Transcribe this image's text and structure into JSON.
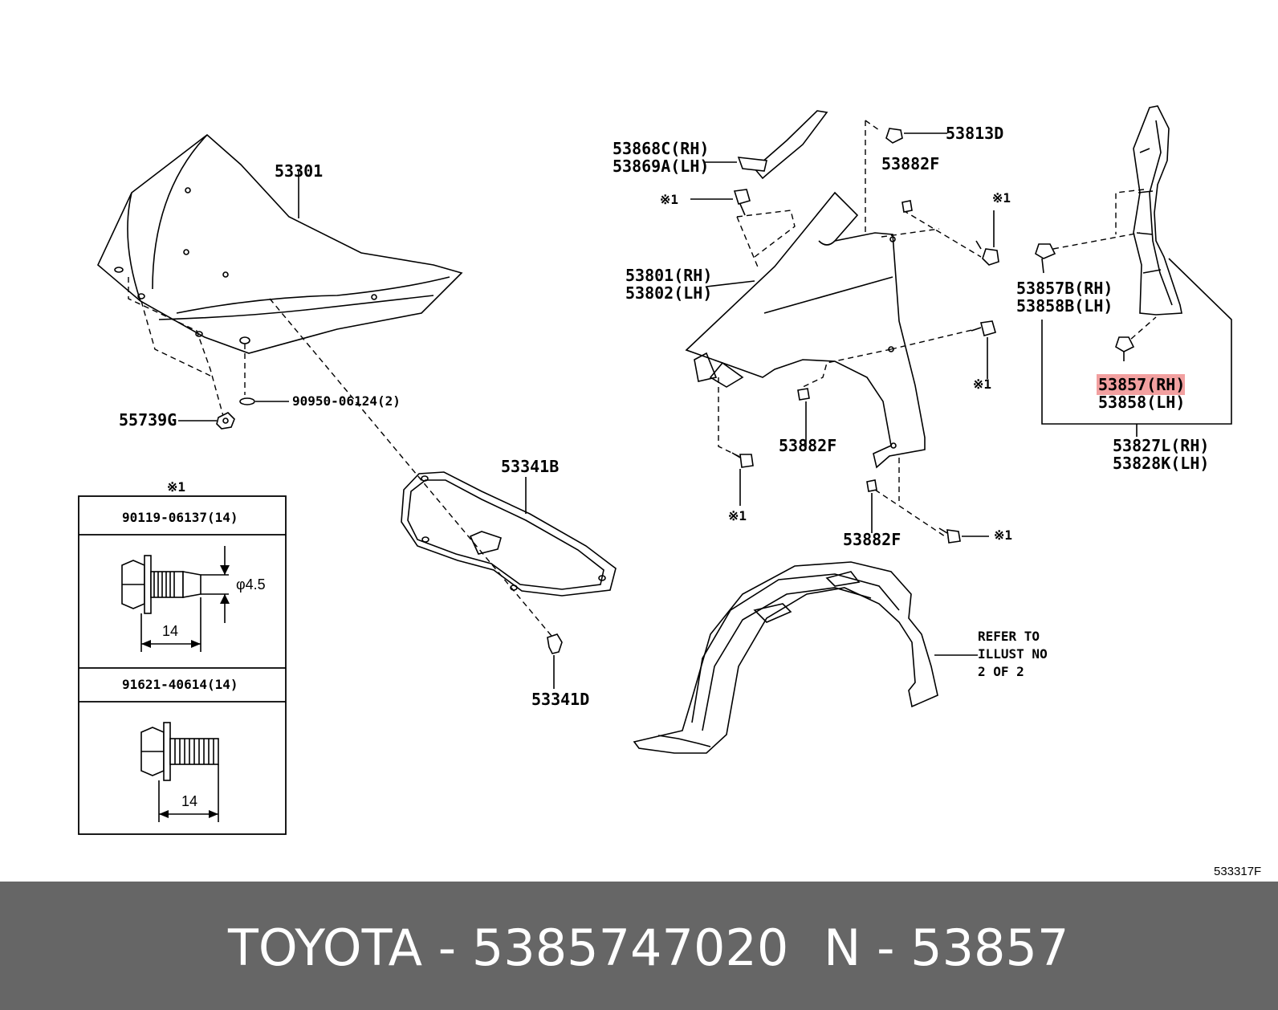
{
  "labels": {
    "hood": "53301",
    "hood_support_clip": "55739G",
    "hood_clip": "90950-06124(2)",
    "hood_seal": "53341B",
    "hood_seal_clip": "53341D",
    "fender_molding_rh": "53868C(RH)",
    "fender_molding_lh": "53869A(LH)",
    "fender_rh": "53801(RH)",
    "fender_lh": "53802(LH)",
    "fender_clip_top": "53813D",
    "nut_a": "53882F",
    "nut_b": "53882F",
    "nut_c": "53882F",
    "seal_clip_b_rh": "53857B(RH)",
    "seal_clip_b_lh": "53858B(LH)",
    "seal_clip_rh": "53857(RH)",
    "seal_clip_lh": "53858(LH)",
    "seal_rh": "53827L(RH)",
    "seal_lh": "53828K(LH)",
    "note_mark": "※1",
    "refer_line1": "REFER TO",
    "refer_line2": "ILLUST NO",
    "refer_line3": "2 OF 2",
    "image_ref": "533317F"
  },
  "fastener_table": {
    "header_mark": "※1",
    "bolt1_part": "90119-06137(14)",
    "bolt1_diameter": "φ4.5",
    "bolt1_length": "14",
    "bolt2_part": "91621-40614(14)",
    "bolt2_length": "14"
  },
  "highlight_color": "#f2a0a0",
  "footer": {
    "brand_part": "TOYOTA - 5385747020",
    "ref_code": "N - 53857"
  }
}
